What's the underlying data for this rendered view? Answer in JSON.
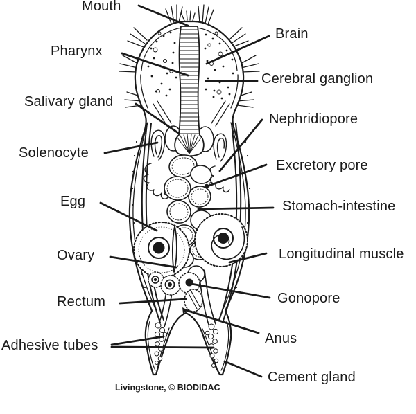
{
  "diagram": {
    "labels": {
      "mouth": "Mouth",
      "brain": "Brain",
      "pharynx": "Pharynx",
      "cerebral_ganglion": "Cerebral ganglion",
      "salivary_gland": "Salivary gland",
      "nephridiopore": "Nephridiopore",
      "solenocyte": "Solenocyte",
      "excretory_pore": "Excretory pore",
      "egg": "Egg",
      "stomach_intestine": "Stomach-intestine",
      "ovary": "Ovary",
      "longitudinal_muscle": "Longitudinal muscle",
      "rectum": "Rectum",
      "gonopore": "Gonopore",
      "anus": "Anus",
      "adhesive_tubes": "Adhesive tubes",
      "cement_gland": "Cement gland"
    },
    "credit": "Livingstone, © BIODIDAC",
    "colors": {
      "ink": "#1a1a1a",
      "background": "#ffffff"
    }
  }
}
